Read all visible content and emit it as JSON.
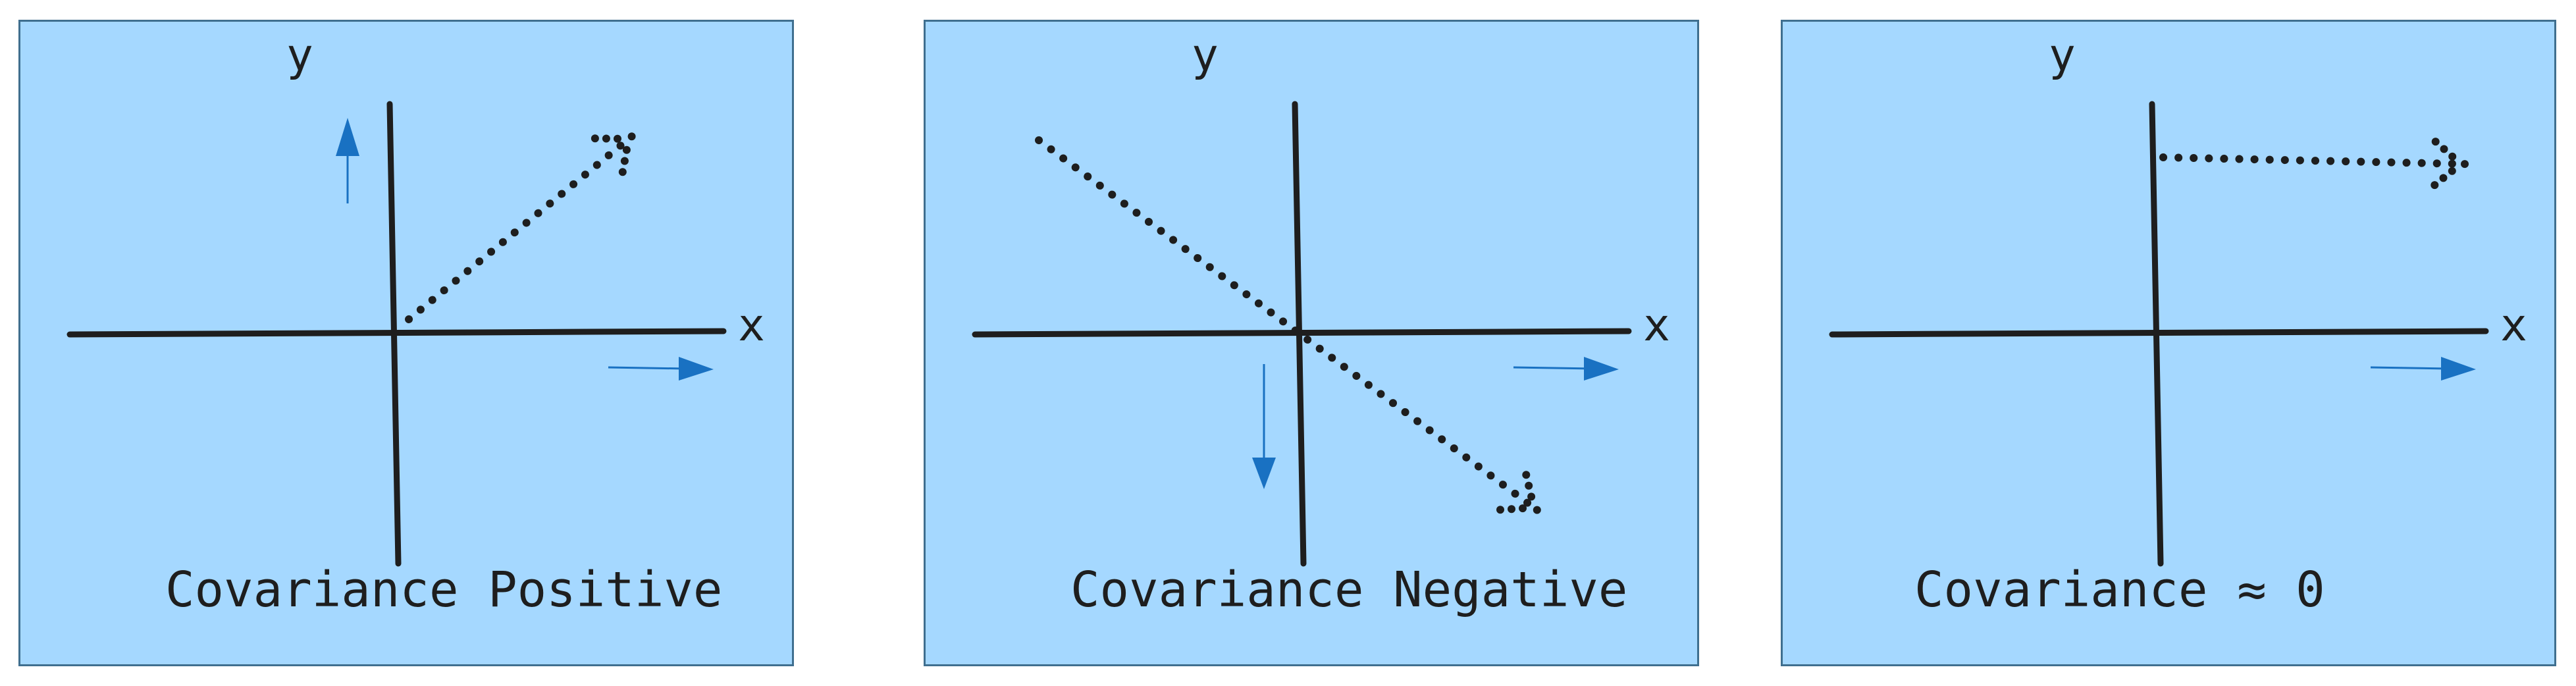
{
  "style": {
    "panel_fill": "#a5d8ff",
    "panel_border": "#3f6f8f",
    "axis_color": "#1e1e1e",
    "trend_color": "#1e1e1e",
    "direction_arrow_color": "#1971c2"
  },
  "panels": [
    {
      "y_label": "y",
      "x_label": "x",
      "caption": "Covariance Positive",
      "trend": "up-right",
      "y_direction": "up",
      "x_direction": "right"
    },
    {
      "y_label": "y",
      "x_label": "x",
      "caption": "Covariance Negative",
      "trend": "down-right",
      "y_direction": "down",
      "x_direction": "right"
    },
    {
      "y_label": "y",
      "x_label": "x",
      "caption": "Covariance ≈ 0",
      "trend": "flat-right",
      "y_direction": "none",
      "x_direction": "right"
    }
  ]
}
